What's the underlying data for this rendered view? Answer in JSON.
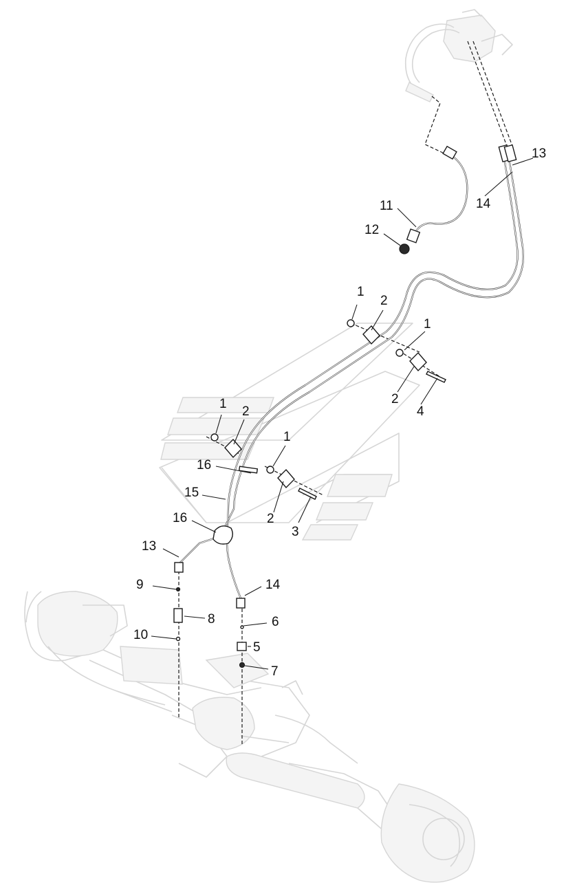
{
  "callouts": [
    {
      "label": "13"
    },
    {
      "label": "14"
    },
    {
      "label": "11"
    },
    {
      "label": "12"
    },
    {
      "label": "1"
    },
    {
      "label": "2"
    },
    {
      "label": "1"
    },
    {
      "label": "2"
    },
    {
      "label": "4"
    },
    {
      "label": "1"
    },
    {
      "label": "2"
    },
    {
      "label": "1"
    },
    {
      "label": "16"
    },
    {
      "label": "15"
    },
    {
      "label": "2"
    },
    {
      "label": "3"
    },
    {
      "label": "16"
    },
    {
      "label": "13"
    },
    {
      "label": "9"
    },
    {
      "label": "8"
    },
    {
      "label": "14"
    },
    {
      "label": "6"
    },
    {
      "label": "10"
    },
    {
      "label": "5"
    },
    {
      "label": "7"
    }
  ],
  "colors": {
    "line": "#1a1a1a",
    "ghost": "#d6d6d6",
    "background": "#ffffff"
  }
}
